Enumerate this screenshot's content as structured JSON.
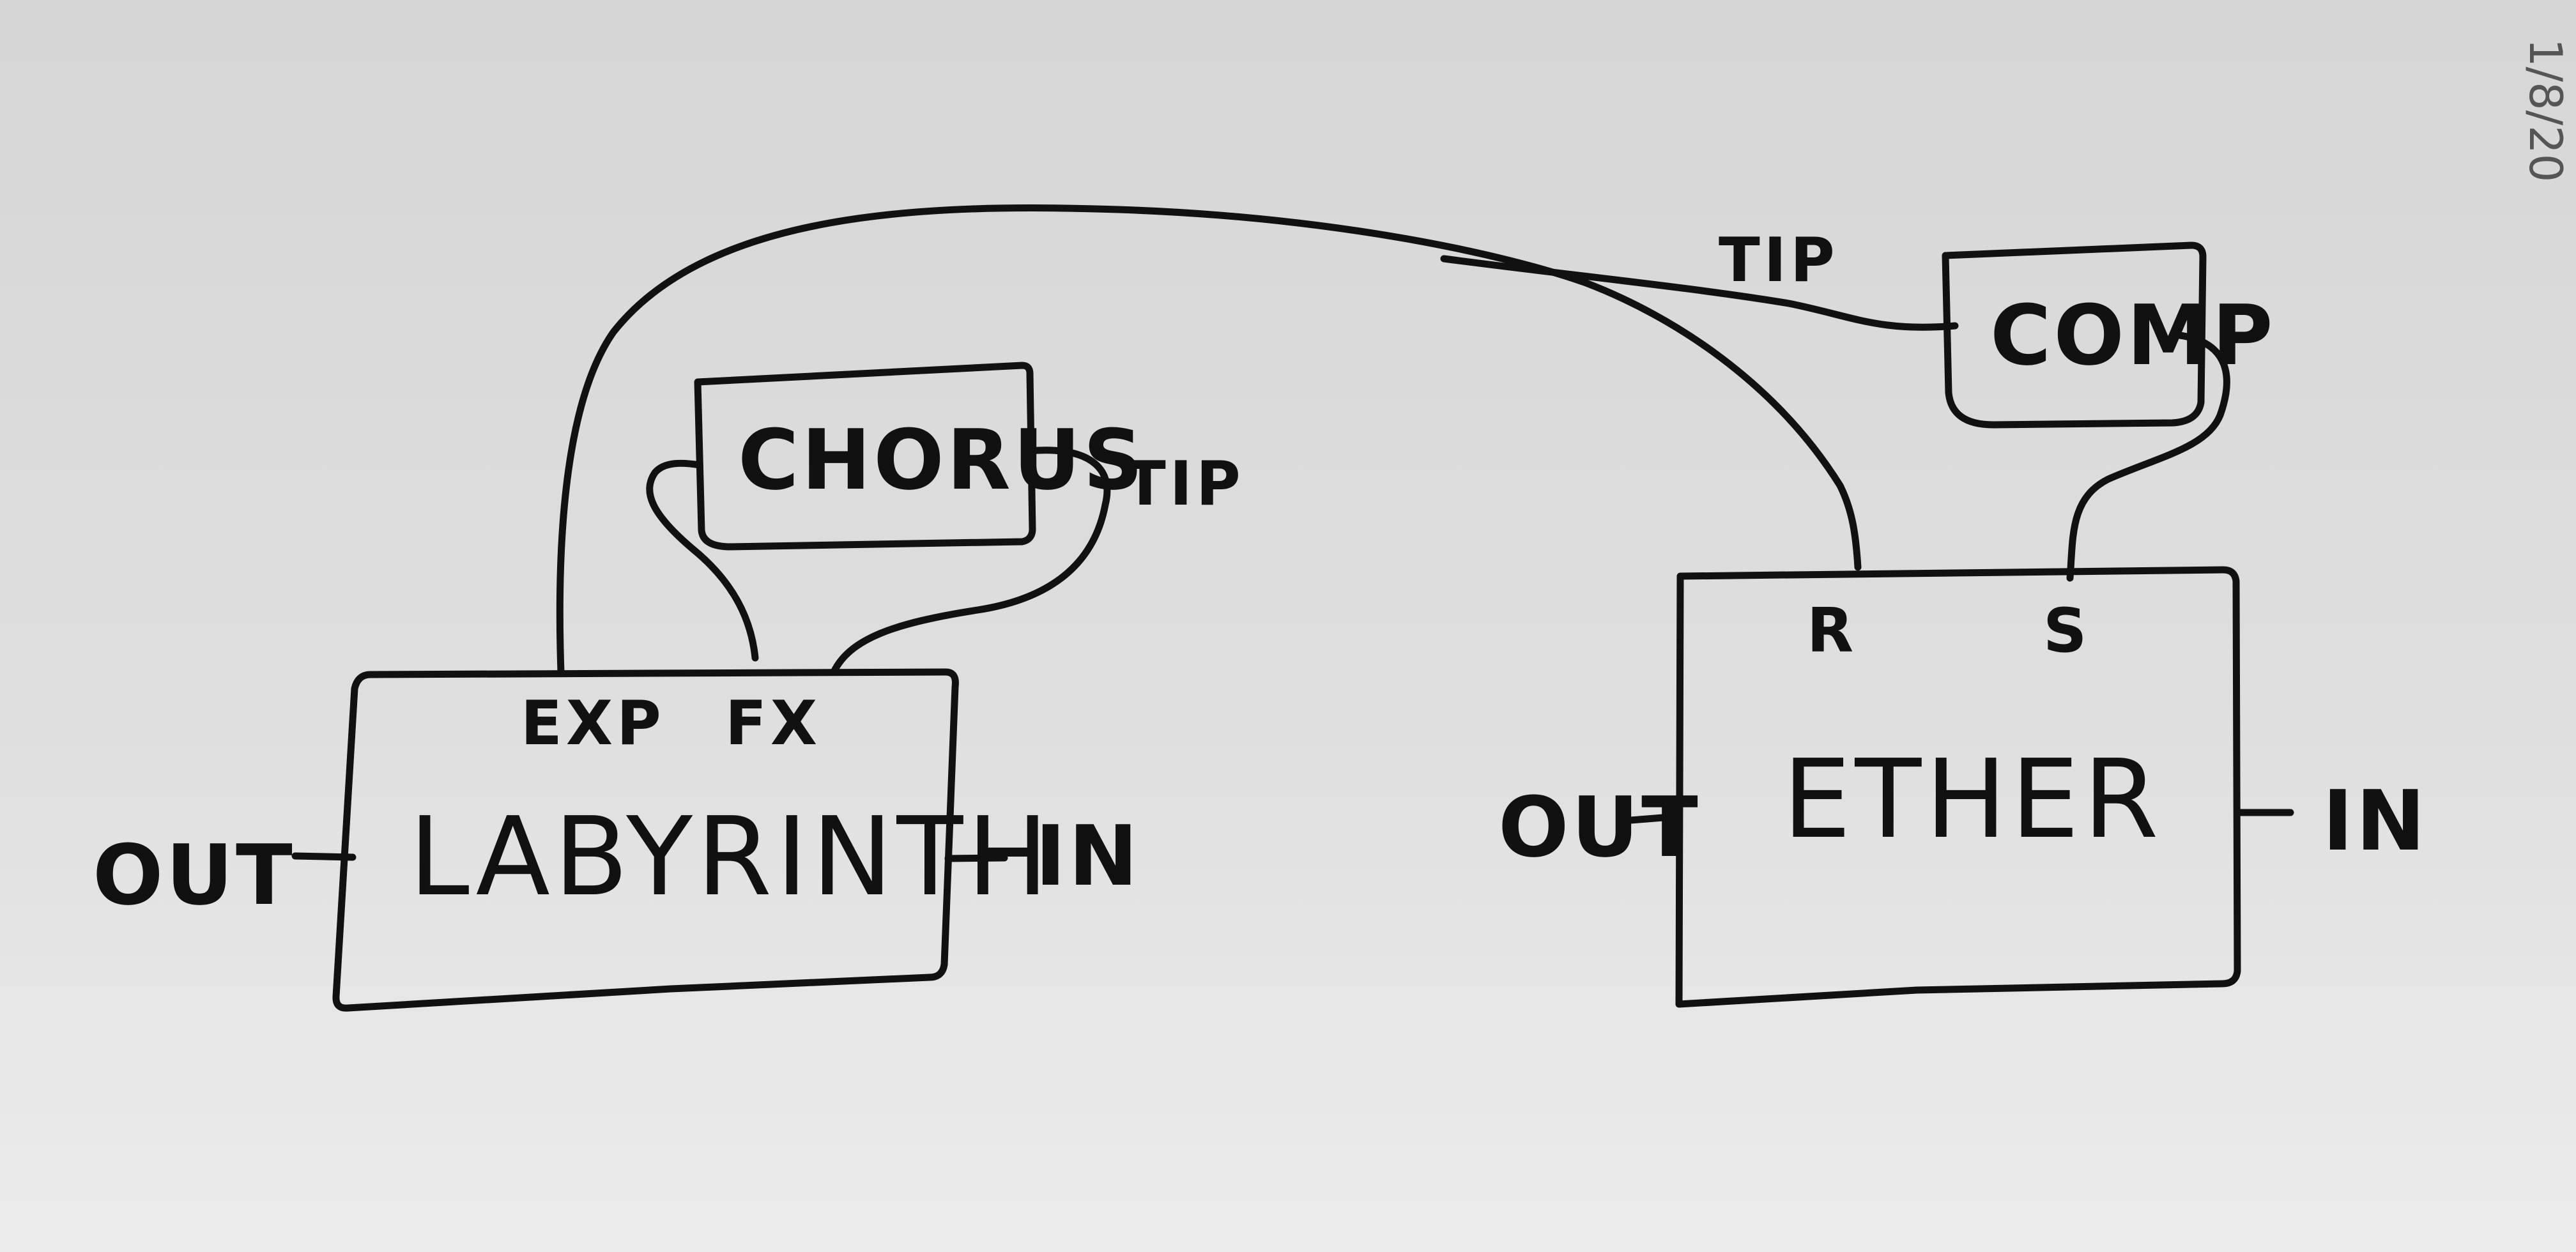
{
  "background_color": "#d9d9d9",
  "ink_color": "#111111",
  "nodes": {
    "labyrinth": "LABYRINTH",
    "chorus": "CHORUS",
    "comp": "COMP",
    "ether": "ETHER"
  },
  "ports": {
    "labyrinth_out": "OUT",
    "labyrinth_in": "IN",
    "labyrinth_exp": "EXP",
    "labyrinth_fx": "FX",
    "ether_out": "OUT",
    "ether_in": "IN",
    "ether_r": "R",
    "ether_s": "S"
  },
  "wire_labels": {
    "chorus_tip": "TIP",
    "comp_tip": "TIP"
  },
  "margin_text": "1/8/20"
}
